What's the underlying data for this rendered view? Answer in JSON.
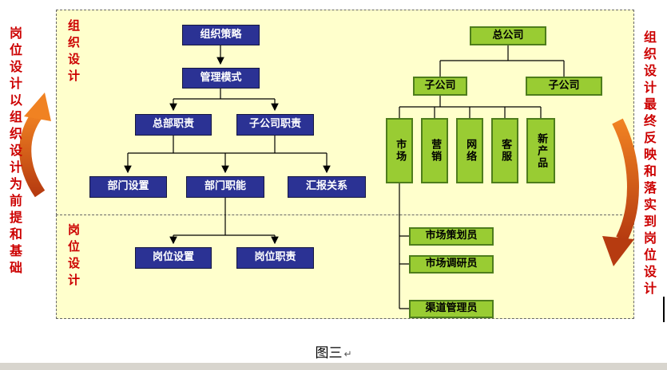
{
  "caption": {
    "text": "图三",
    "mark": "↵"
  },
  "side_labels": {
    "left": "岗位设计以组织设计为前提和基础",
    "right": "组织设计最终反映和落实到岗位设计"
  },
  "sections": {
    "top": "组织设计",
    "bottom": "岗位设计"
  },
  "flow": {
    "strategy": "组织策略",
    "management_model": "管理模式",
    "hq_duties": "总部职责",
    "subsidiary_duties": "子公司职责",
    "dept_setup": "部门设置",
    "dept_functions": "部门职能",
    "reporting_relations": "汇报关系",
    "post_setup": "岗位设置",
    "post_duties": "岗位职责"
  },
  "org_chart": {
    "head_office": "总公司",
    "subsidiaries": [
      "子公司",
      "子公司"
    ],
    "departments": [
      "市场",
      "营销",
      "网络",
      "客服",
      "新产品"
    ],
    "positions": [
      "市场策划员",
      "市场调研员",
      "渠道管理员"
    ]
  },
  "colors": {
    "panel_fill": "#FFFFCC",
    "flow_node_fill": "#2B3294",
    "flow_node_text": "#FFFFFF",
    "org_node_fill": "#99CC33",
    "org_node_border": "#4E7D1C",
    "side_label_text": "#CC0000",
    "swoosh_orange_light": "#F08222",
    "swoosh_orange_dark": "#B63B10",
    "connector_line": "#000000"
  }
}
